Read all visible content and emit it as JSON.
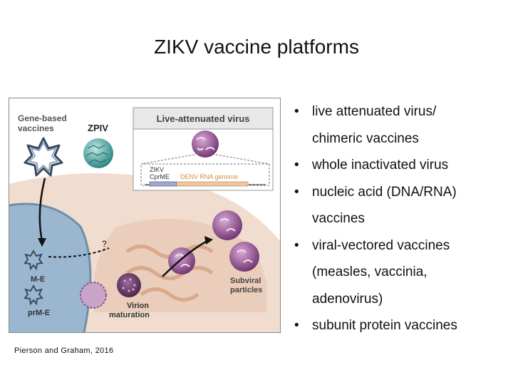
{
  "slide": {
    "title": "ZIKV vaccine platforms",
    "citation": "Pierson and Graham, 2016"
  },
  "figure": {
    "gene_based_label_1": "Gene-based",
    "gene_based_label_2": "vaccines",
    "zpiv_label": "ZPIV",
    "live_attenuated_label": "Live-attenuated virus",
    "zikv_label_1": "ZIKV",
    "zikv_label_2": "CprME",
    "denv_label": "DENV RNA genome",
    "me_label": "M-E",
    "prme_label": "prM-E",
    "virion_label_1": "Virion",
    "virion_label_2": "maturation",
    "subviral_label_1": "Subviral",
    "subviral_label_2": "particles",
    "question_mark": "?"
  },
  "bullets": [
    {
      "line1": "live attenuated virus/",
      "line2": "chimeric vaccines"
    },
    {
      "line1": "whole inactivated virus",
      "line2": ""
    },
    {
      "line1": "nucleic acid (DNA/RNA)",
      "line2": "vaccines"
    },
    {
      "line1": "viral-vectored vaccines",
      "line2": "(measles, vaccinia,",
      "line3": "adenovirus)"
    },
    {
      "line1": "subunit protein vaccines",
      "line2": ""
    }
  ],
  "bullet_glyph": "•",
  "colors": {
    "cell_bg": "#f3e3d6",
    "nucleus": "#9ab7cf",
    "virus_purple": "#8e4f8d",
    "denv_bar": "#f1c79a",
    "zpiv_teal": "#3aa6a0"
  }
}
